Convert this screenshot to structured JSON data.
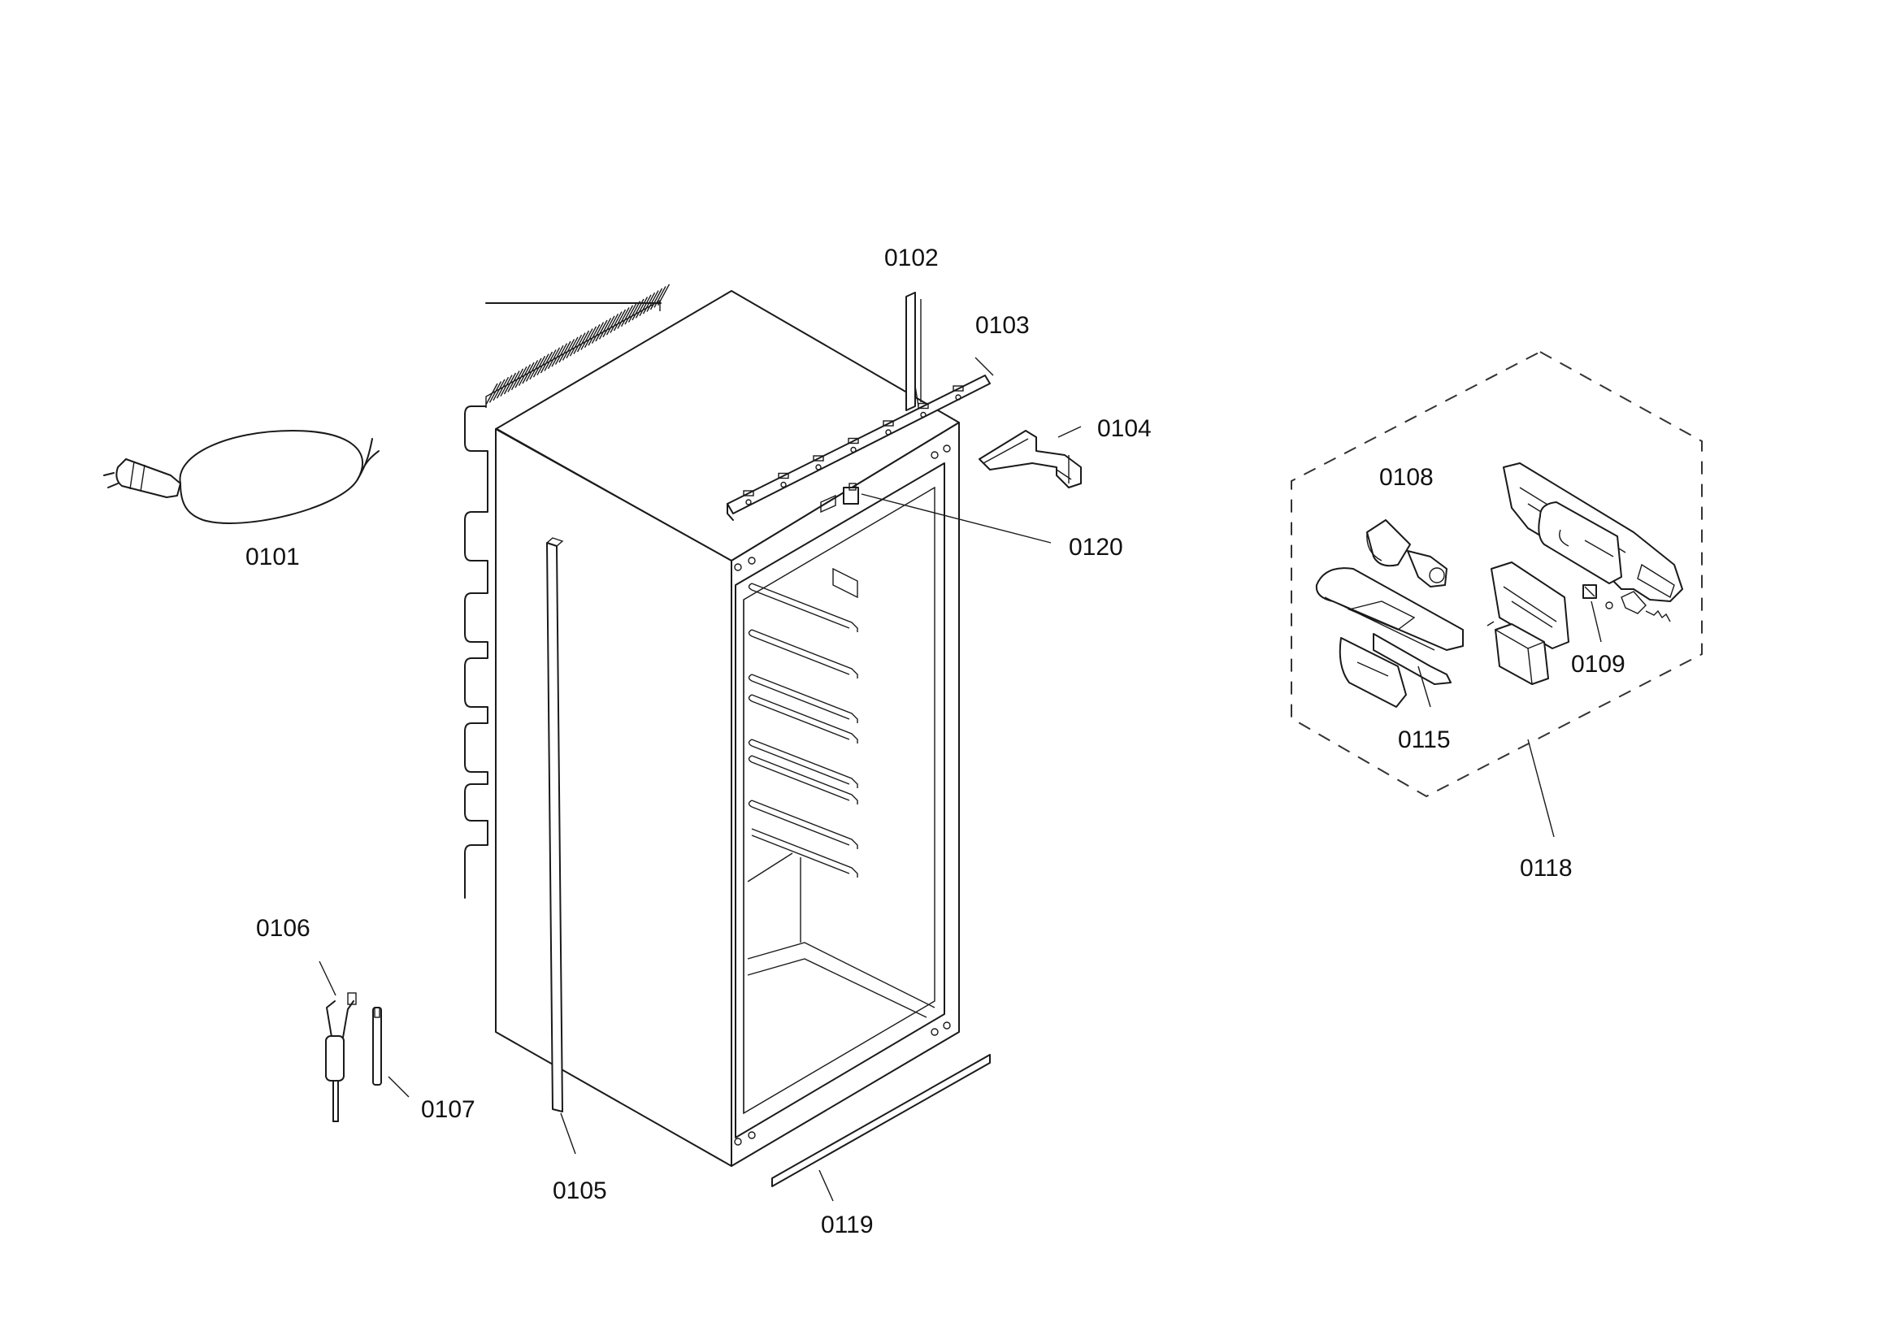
{
  "diagram": {
    "labels": {
      "p0101": "0101",
      "p0102": "0102",
      "p0103": "0103",
      "p0104": "0104",
      "p0105": "0105",
      "p0106": "0106",
      "p0107": "0107",
      "p0108": "0108",
      "p0109": "0109",
      "p0115": "0115",
      "p0118": "0118",
      "p0119": "0119",
      "p0120": "0120"
    },
    "colors": {
      "line": "#1a1a1a",
      "background": "#ffffff"
    }
  }
}
